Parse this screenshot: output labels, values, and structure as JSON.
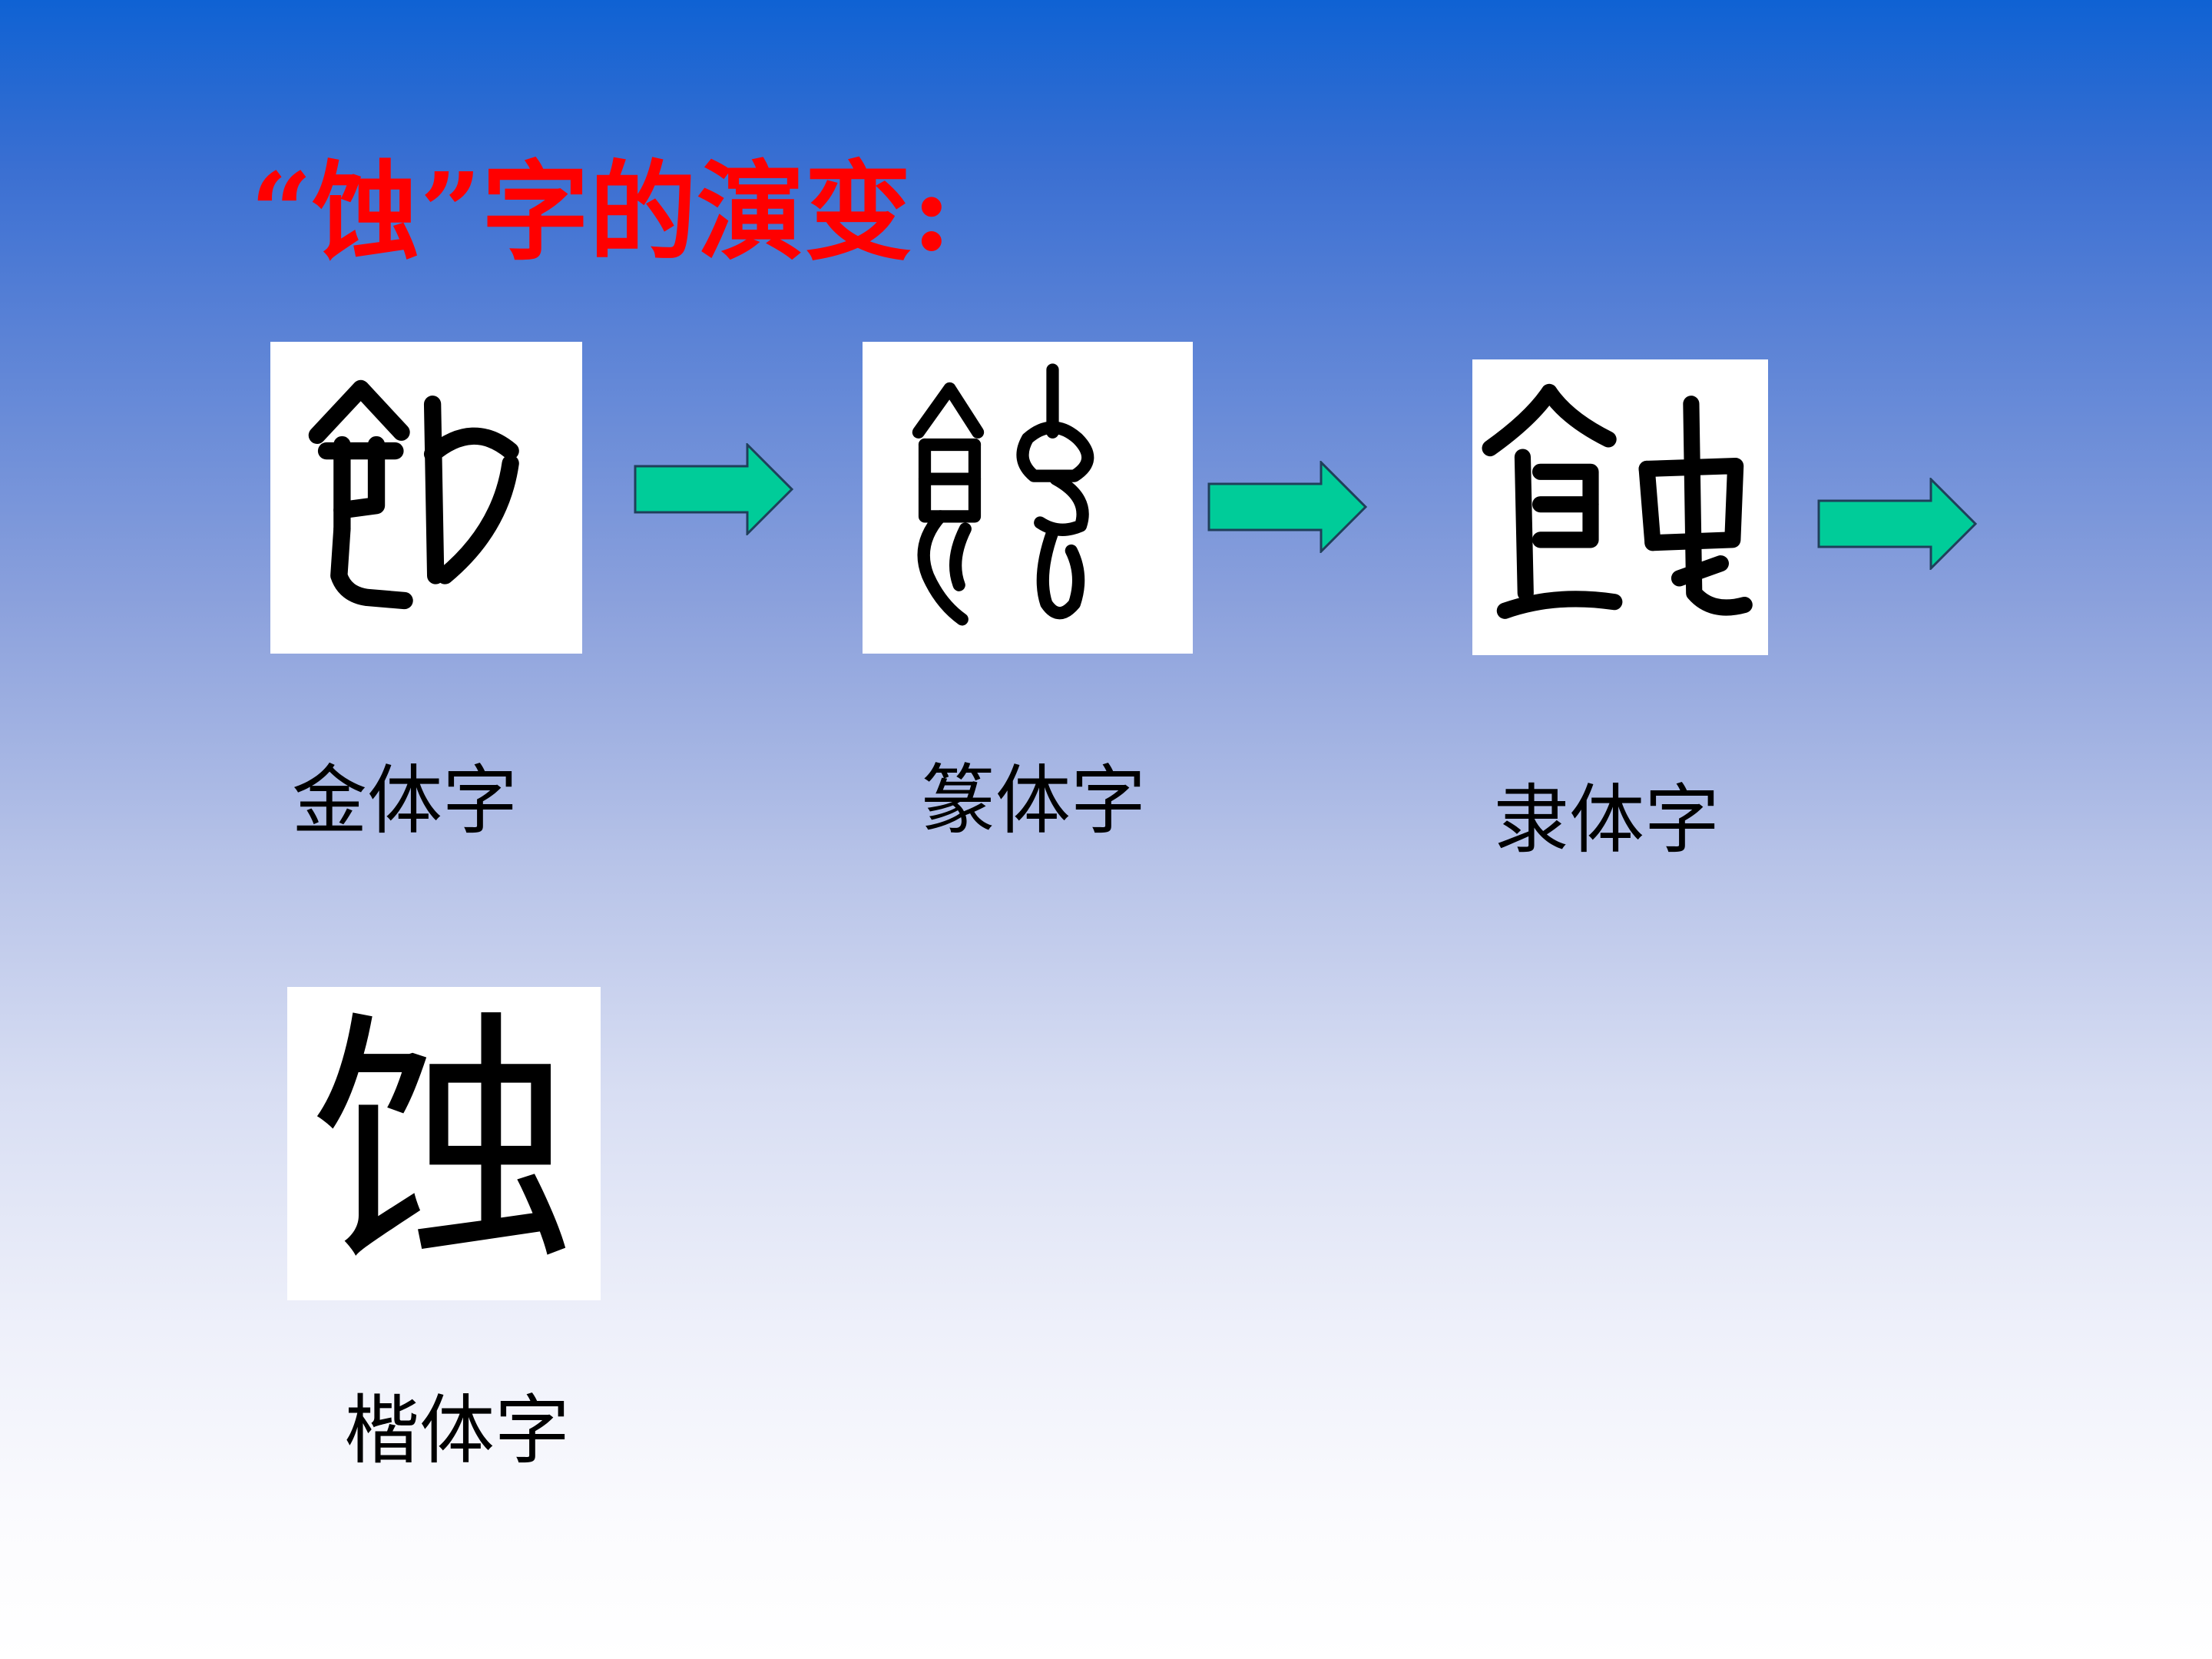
{
  "slide": {
    "title": "“蚀”字的演变:",
    "title_color": "#ff0000",
    "arrow_color": "#00cc99"
  },
  "stages": [
    {
      "label": "金体字",
      "glyph_icon": "bronze-script-glyph-icon"
    },
    {
      "label": "篆体字",
      "glyph_icon": "seal-script-glyph-icon"
    },
    {
      "label": "隶体字",
      "glyph_icon": "clerical-script-glyph-icon"
    },
    {
      "label": "楷体字",
      "glyph_icon": "regular-script-glyph-icon",
      "glyph": "蚀"
    }
  ]
}
